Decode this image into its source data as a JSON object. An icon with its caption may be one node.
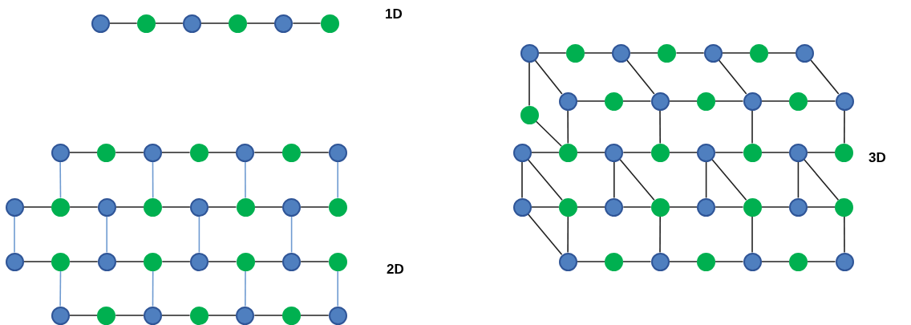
{
  "diagram": {
    "nodes": [
      {
        "text": [],
        "shape": "circle"
      },
      {
        "text": [],
        "shape": "circle"
      },
      {
        "text": [],
        "shape": "circle"
      },
      {
        "text": [],
        "shape": "circle"
      },
      {
        "text": [],
        "shape": "circle"
      },
      {
        "text": [],
        "shape": "circle"
      },
      {
        "text": [],
        "shape": "circle"
      },
      {
        "text": [],
        "shape": "circle"
      },
      {
        "text": [],
        "shape": "circle"
      },
      {
        "text": [],
        "shape": "circle"
      },
      {
        "text": [],
        "shape": "circle"
      },
      {
        "text": [],
        "shape": "circle"
      },
      {
        "text": [],
        "shape": "circle"
      },
      {
        "text": [],
        "shape": "circle"
      },
      {
        "text": [],
        "shape": "circle"
      },
      {
        "text": [],
        "shape": "circle"
      },
      {
        "text": [],
        "shape": "circle"
      },
      {
        "text": [],
        "shape": "circle"
      },
      {
        "text": [],
        "shape": "circle"
      },
      {
        "text": [],
        "shape": "circle"
      },
      {
        "text": [],
        "shape": "circle"
      },
      {
        "text": [],
        "shape": "circle"
      },
      {
        "text": [],
        "shape": "circle"
      },
      {
        "text": [],
        "shape": "circle"
      },
      {
        "text": [],
        "shape": "circle"
      },
      {
        "text": [],
        "shape": "circle"
      },
      {
        "text": [],
        "shape": "circle"
      },
      {
        "text": [],
        "shape": "circle"
      },
      {
        "text": [],
        "shape": "circle"
      },
      {
        "text": [],
        "shape": "circle"
      },
      {
        "text": [],
        "shape": "circle"
      },
      {
        "text": [],
        "shape": "circle"
      },
      {
        "text": [],
        "shape": "circle"
      },
      {
        "text": [],
        "shape": "circle"
      },
      {
        "text": [],
        "shape": "circle"
      },
      {
        "text": [],
        "shape": "circle"
      },
      {
        "text": [],
        "shape": "circle"
      },
      {
        "text": [],
        "shape": "circle"
      },
      {
        "text": [],
        "shape": "circle"
      },
      {
        "text": [],
        "shape": "circle"
      },
      {
        "text": [],
        "shape": "circle"
      },
      {
        "text": [],
        "shape": "circle"
      },
      {
        "text": [],
        "shape": "circle"
      },
      {
        "text": [],
        "shape": "circle"
      },
      {
        "text": [],
        "shape": "circle"
      },
      {
        "text": [],
        "shape": "circle"
      },
      {
        "text": [],
        "shape": "circle"
      },
      {
        "text": [],
        "shape": "circle"
      },
      {
        "text": [],
        "shape": "circle"
      },
      {
        "text": [],
        "shape": "circle"
      },
      {
        "text": [],
        "shape": "circle"
      },
      {
        "text": [],
        "shape": "circle"
      },
      {
        "text": [],
        "shape": "circle"
      },
      {
        "text": [],
        "shape": "circle"
      },
      {
        "text": [],
        "shape": "circle"
      },
      {
        "text": [],
        "shape": "circle"
      },
      {
        "text": [],
        "shape": "circle"
      },
      {
        "text": [],
        "shape": "circle"
      },
      {
        "text": [],
        "shape": "circle"
      },
      {
        "text": [],
        "shape": "circle"
      },
      {
        "text": [],
        "shape": "circle"
      },
      {
        "text": [],
        "shape": "circle"
      },
      {
        "text": [],
        "shape": "circle"
      },
      {
        "text": [],
        "shape": "circle"
      },
      {
        "text": [],
        "shape": "circle"
      },
      {
        "text": [],
        "shape": "circle"
      },
      {
        "text": [],
        "shape": "circle"
      },
      {
        "text": [],
        "shape": "circle"
      },
      {
        "text": [],
        "shape": "circle"
      },
      {
        "text": [],
        "shape": "circle"
      },
      {
        "text": [],
        "shape": "circle"
      },
      {
        "text": [],
        "shape": "circle"
      },
      {
        "text": [],
        "shape": "circle"
      },
      {
        "text": [],
        "shape": "circle"
      }
    ],
    "edges": [
      {
        "from": 0,
        "to": 1,
        "arrow": "none"
      },
      {
        "from": 1,
        "to": 2,
        "arrow": "none"
      },
      {
        "from": 2,
        "to": 3,
        "arrow": "none"
      },
      {
        "from": 3,
        "to": 4,
        "arrow": "none"
      },
      {
        "from": 4,
        "to": 5,
        "arrow": "none"
      },
      {
        "from": 6,
        "to": 7,
        "arrow": "none"
      },
      {
        "from": 7,
        "to": 8,
        "arrow": "none"
      },
      {
        "from": 8,
        "to": 9,
        "arrow": "none"
      },
      {
        "from": 9,
        "to": 10,
        "arrow": "none"
      },
      {
        "from": 10,
        "to": 11,
        "arrow": "none"
      },
      {
        "from": 11,
        "to": 12,
        "arrow": "none"
      },
      {
        "from": 13,
        "to": 14,
        "arrow": "none"
      },
      {
        "from": 14,
        "to": 15,
        "arrow": "none"
      },
      {
        "from": 15,
        "to": 16,
        "arrow": "none"
      },
      {
        "from": 16,
        "to": 17,
        "arrow": "none"
      },
      {
        "from": 17,
        "to": 18,
        "arrow": "none"
      },
      {
        "from": 18,
        "to": 19,
        "arrow": "none"
      },
      {
        "from": 19,
        "to": 20,
        "arrow": "none"
      },
      {
        "from": 21,
        "to": 22,
        "arrow": "none"
      },
      {
        "from": 22,
        "to": 23,
        "arrow": "none"
      },
      {
        "from": 23,
        "to": 24,
        "arrow": "none"
      },
      {
        "from": 24,
        "to": 25,
        "arrow": "none"
      },
      {
        "from": 25,
        "to": 26,
        "arrow": "none"
      },
      {
        "from": 26,
        "to": 27,
        "arrow": "none"
      },
      {
        "from": 27,
        "to": 28,
        "arrow": "none"
      },
      {
        "from": 29,
        "to": 30,
        "arrow": "none"
      },
      {
        "from": 30,
        "to": 31,
        "arrow": "none"
      },
      {
        "from": 31,
        "to": 32,
        "arrow": "none"
      },
      {
        "from": 32,
        "to": 33,
        "arrow": "none"
      },
      {
        "from": 33,
        "to": 34,
        "arrow": "none"
      },
      {
        "from": 34,
        "to": 35,
        "arrow": "none"
      },
      {
        "from": 6,
        "to": 14,
        "arrow": "none",
        "color": "#6f9bd1"
      },
      {
        "from": 8,
        "to": 16,
        "arrow": "none",
        "color": "#6f9bd1"
      },
      {
        "from": 10,
        "to": 18,
        "arrow": "none",
        "color": "#6f9bd1"
      },
      {
        "from": 12,
        "to": 20,
        "arrow": "none",
        "color": "#6f9bd1"
      },
      {
        "from": 13,
        "to": 21,
        "arrow": "none",
        "color": "#6f9bd1"
      },
      {
        "from": 15,
        "to": 23,
        "arrow": "none",
        "color": "#6f9bd1"
      },
      {
        "from": 17,
        "to": 25,
        "arrow": "none",
        "color": "#6f9bd1"
      },
      {
        "from": 19,
        "to": 27,
        "arrow": "none",
        "color": "#6f9bd1"
      },
      {
        "from": 22,
        "to": 29,
        "arrow": "none",
        "color": "#6f9bd1"
      },
      {
        "from": 24,
        "to": 31,
        "arrow": "none",
        "color": "#6f9bd1"
      },
      {
        "from": 26,
        "to": 33,
        "arrow": "none",
        "color": "#6f9bd1"
      },
      {
        "from": 28,
        "to": 35,
        "arrow": "none",
        "color": "#6f9bd1"
      },
      {
        "from": 36,
        "to": 37,
        "arrow": "none"
      },
      {
        "from": 37,
        "to": 38,
        "arrow": "none"
      },
      {
        "from": 38,
        "to": 39,
        "arrow": "none"
      },
      {
        "from": 39,
        "to": 40,
        "arrow": "none"
      },
      {
        "from": 40,
        "to": 41,
        "arrow": "none"
      },
      {
        "from": 41,
        "to": 42,
        "arrow": "none"
      },
      {
        "from": 36,
        "to": 43,
        "arrow": "none"
      },
      {
        "from": 38,
        "to": 45,
        "arrow": "none"
      },
      {
        "from": 40,
        "to": 47,
        "arrow": "none"
      },
      {
        "from": 42,
        "to": 49,
        "arrow": "none"
      },
      {
        "from": 43,
        "to": 44,
        "arrow": "none"
      },
      {
        "from": 44,
        "to": 45,
        "arrow": "none"
      },
      {
        "from": 45,
        "to": 46,
        "arrow": "none"
      },
      {
        "from": 46,
        "to": 47,
        "arrow": "none"
      },
      {
        "from": 47,
        "to": 48,
        "arrow": "none"
      },
      {
        "from": 48,
        "to": 49,
        "arrow": "none"
      },
      {
        "from": 36,
        "to": 50,
        "arrow": "none"
      },
      {
        "from": 50,
        "to": 52,
        "arrow": "none"
      },
      {
        "from": 43,
        "to": 52,
        "arrow": "none"
      },
      {
        "from": 45,
        "to": 54,
        "arrow": "none"
      },
      {
        "from": 47,
        "to": 56,
        "arrow": "none"
      },
      {
        "from": 49,
        "to": 58,
        "arrow": "none"
      },
      {
        "from": 51,
        "to": 52,
        "arrow": "none"
      },
      {
        "from": 52,
        "to": 53,
        "arrow": "none"
      },
      {
        "from": 53,
        "to": 54,
        "arrow": "none"
      },
      {
        "from": 54,
        "to": 55,
        "arrow": "none"
      },
      {
        "from": 55,
        "to": 56,
        "arrow": "none"
      },
      {
        "from": 56,
        "to": 57,
        "arrow": "none"
      },
      {
        "from": 57,
        "to": 58,
        "arrow": "none"
      },
      {
        "from": 51,
        "to": 59,
        "arrow": "none"
      },
      {
        "from": 53,
        "to": 61,
        "arrow": "none"
      },
      {
        "from": 55,
        "to": 63,
        "arrow": "none"
      },
      {
        "from": 57,
        "to": 65,
        "arrow": "none"
      },
      {
        "from": 51,
        "to": 60,
        "arrow": "none"
      },
      {
        "from": 53,
        "to": 62,
        "arrow": "none"
      },
      {
        "from": 55,
        "to": 64,
        "arrow": "none"
      },
      {
        "from": 57,
        "to": 66,
        "arrow": "none"
      },
      {
        "from": 59,
        "to": 60,
        "arrow": "none"
      },
      {
        "from": 60,
        "to": 61,
        "arrow": "none"
      },
      {
        "from": 61,
        "to": 62,
        "arrow": "none"
      },
      {
        "from": 62,
        "to": 63,
        "arrow": "none"
      },
      {
        "from": 63,
        "to": 64,
        "arrow": "none"
      },
      {
        "from": 64,
        "to": 65,
        "arrow": "none"
      },
      {
        "from": 65,
        "to": 66,
        "arrow": "none"
      },
      {
        "from": 59,
        "to": 67,
        "arrow": "none"
      },
      {
        "from": 60,
        "to": 67,
        "arrow": "none"
      },
      {
        "from": 62,
        "to": 69,
        "arrow": "none"
      },
      {
        "from": 64,
        "to": 71,
        "arrow": "none"
      },
      {
        "from": 66,
        "to": 73,
        "arrow": "none"
      },
      {
        "from": 67,
        "to": 68,
        "arrow": "none"
      },
      {
        "from": 68,
        "to": 69,
        "arrow": "none"
      },
      {
        "from": 69,
        "to": 70,
        "arrow": "none"
      },
      {
        "from": 70,
        "to": 71,
        "arrow": "none"
      },
      {
        "from": 71,
        "to": 72,
        "arrow": "none"
      },
      {
        "from": 72,
        "to": 73,
        "arrow": "none"
      }
    ],
    "labels": [
      "1D",
      "3D",
      "2D"
    ]
  }
}
